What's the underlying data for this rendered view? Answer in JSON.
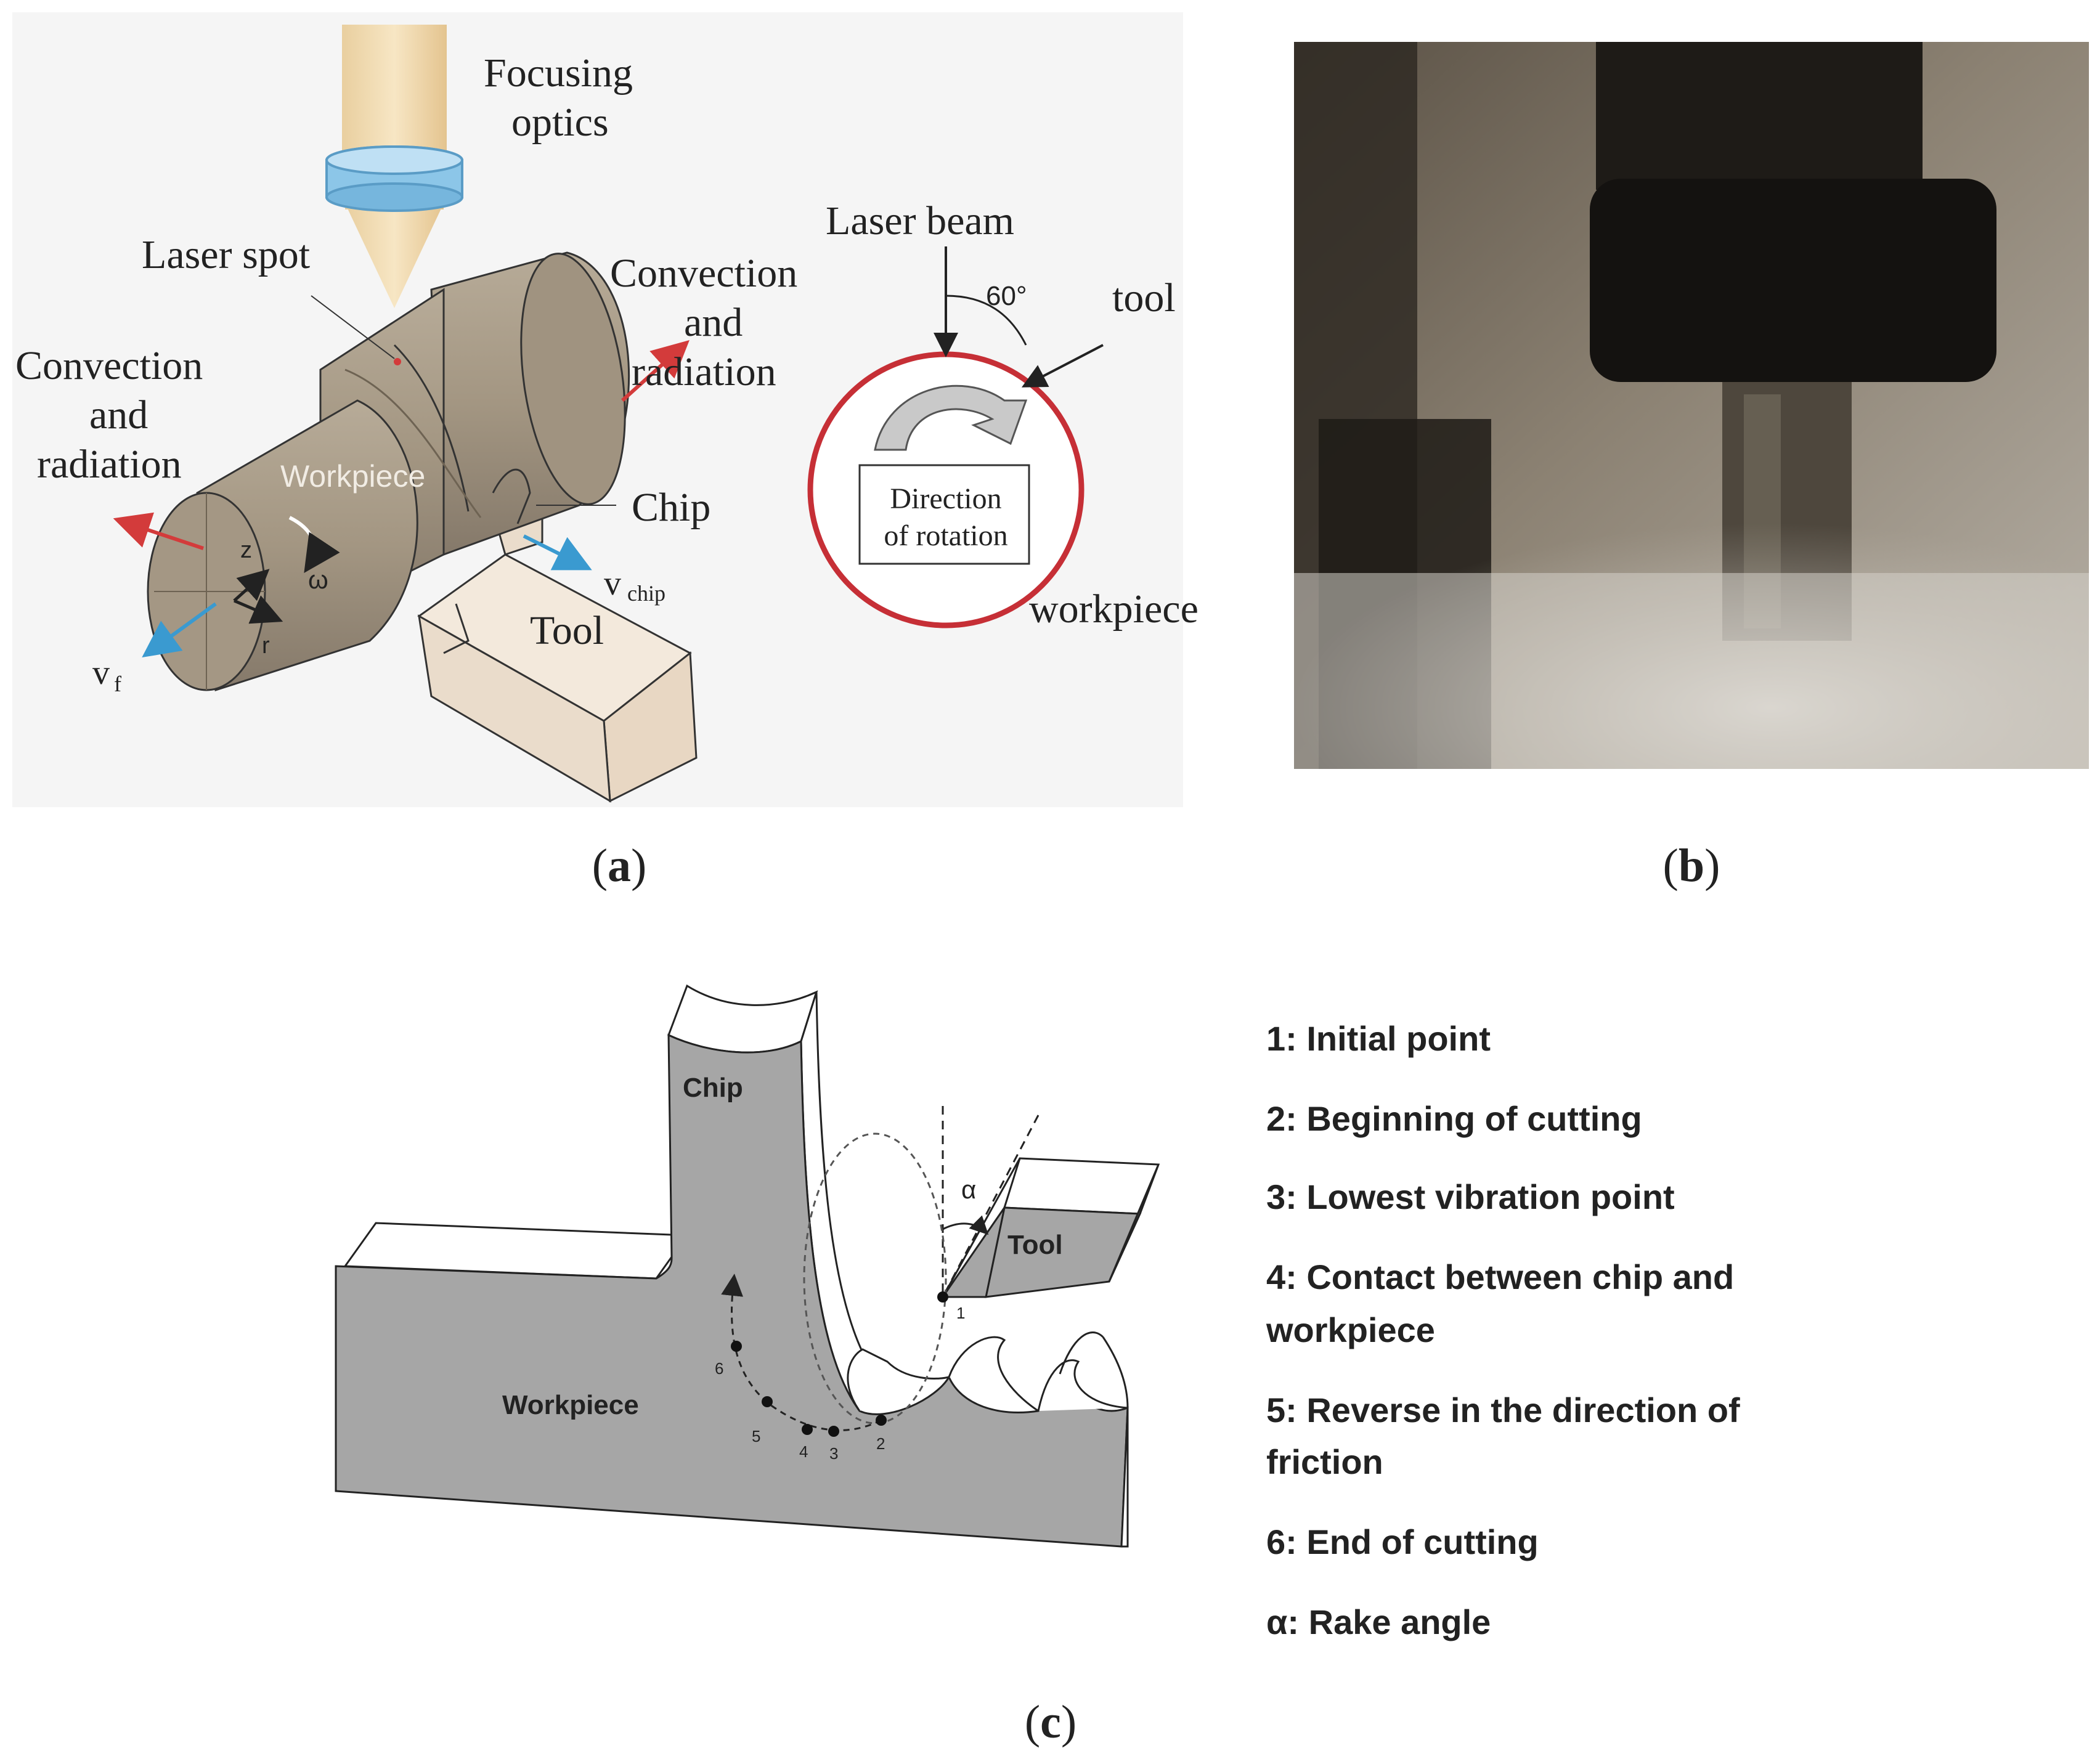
{
  "panel_a": {
    "labels": {
      "focusing_optics_line1": "Focusing",
      "focusing_optics_line2": "optics",
      "laser_spot": "Laser spot",
      "convection_right_line1": "Convection",
      "convection_right_line2": "and",
      "convection_right_line3": "radiation",
      "convection_left_line1": "Convection",
      "convection_left_line2": "and",
      "convection_left_line3": "radiation",
      "workpiece": "Workpiece",
      "chip": "Chip",
      "tool": "Tool",
      "v_chip_main": "v",
      "v_chip_sub": "chip",
      "v_f_main": "v",
      "v_f_sub": "f",
      "z_axis": "z",
      "r_axis": "r",
      "omega": "ω",
      "laser_beam": "Laser beam",
      "angle_60": "60°",
      "tool_small": "tool",
      "direction_line1": "Direction",
      "direction_line2": "of rotation",
      "workpiece_small": "workpiece"
    },
    "caption": "a"
  },
  "panel_b": {
    "caption": "b"
  },
  "panel_c": {
    "labels": {
      "chip": "Chip",
      "workpiece": "Workpiece",
      "tool": "Tool",
      "alpha": "α",
      "p1": "1",
      "p2": "2",
      "p3": "3",
      "p4": "4",
      "p5": "5",
      "p6": "6"
    },
    "legend": [
      {
        "line1": "1: Initial point",
        "line2": ""
      },
      {
        "line1": "2: Beginning of cutting",
        "line2": ""
      },
      {
        "line1": "3: Lowest vibration point",
        "line2": ""
      },
      {
        "line1": "4: Contact between chip and",
        "line2": "workpiece"
      },
      {
        "line1": "5: Reverse in the direction of",
        "line2": "friction"
      },
      {
        "line1": "6: End of cutting",
        "line2": ""
      },
      {
        "line1": "α: Rake angle",
        "line2": ""
      }
    ],
    "caption": "c"
  },
  "colors": {
    "workpiece_brown": "#9c8f7c",
    "tool_beige": "#eadccb",
    "arrow_red": "#d33b3b",
    "arrow_blue": "#3a9ad0",
    "ring_red": "#c62f36",
    "cone_yellow": "#f3ddb3",
    "lens_blue": "#8cc6e8",
    "diagram_gray": "#a6a6a6"
  }
}
